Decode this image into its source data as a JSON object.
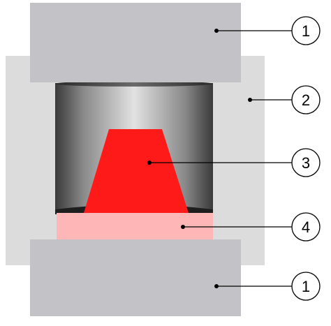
{
  "callouts": [
    {
      "id": "top-block",
      "label": "1"
    },
    {
      "id": "outer-frame",
      "label": "2"
    },
    {
      "id": "trapezoid-insert",
      "label": "3"
    },
    {
      "id": "pink-layer",
      "label": "4"
    },
    {
      "id": "bottom-block",
      "label": "1"
    }
  ],
  "colors": {
    "block": "#c3c3c7",
    "frame": "#dcdcdc",
    "cylinder_dark": "#3a3a3a",
    "cylinder_light": "#dedede",
    "insert": "#ff1a1a",
    "layer": "#ffb6b6",
    "line": "#000000"
  }
}
